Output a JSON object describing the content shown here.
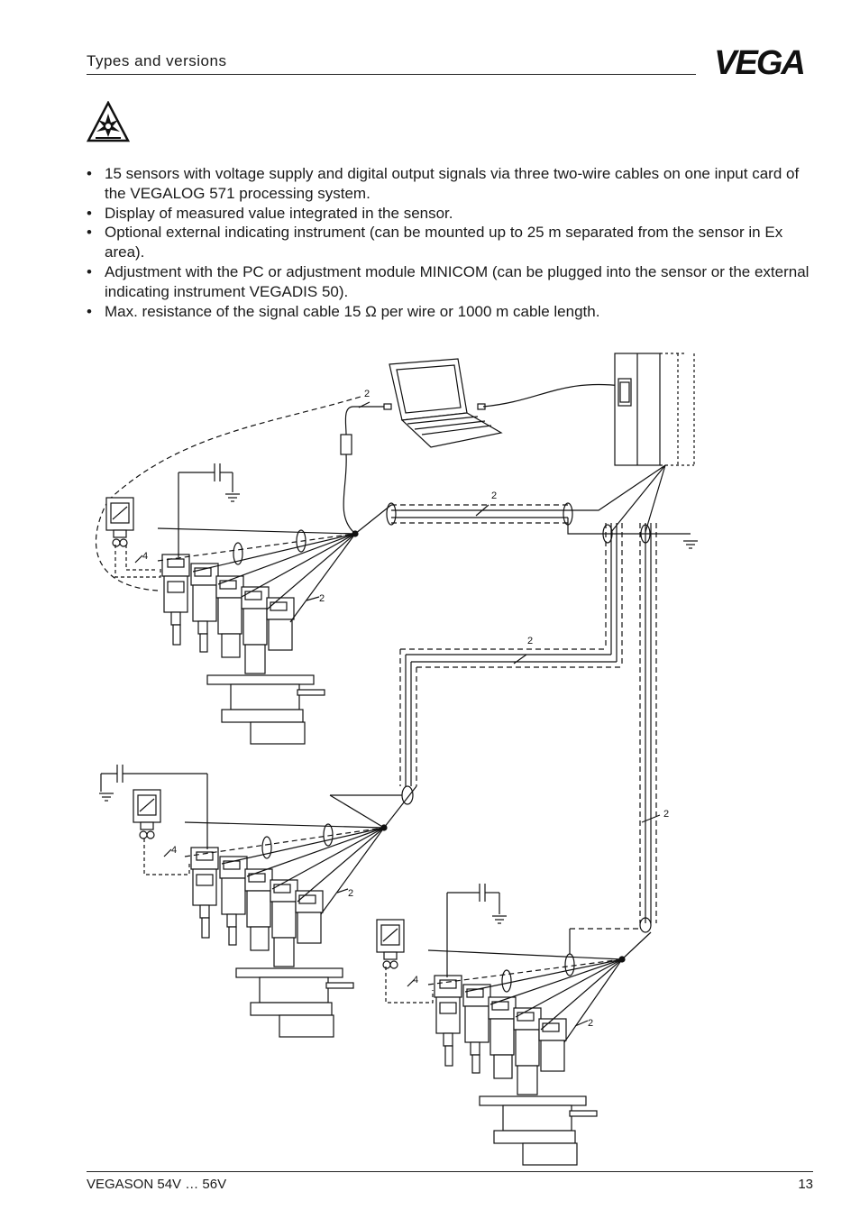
{
  "header": {
    "section_title": "Types and versions",
    "logo_text": "VEGA"
  },
  "icons": {
    "ex_warning": "explosion-hazard-icon",
    "logo": "vega-logo"
  },
  "bullets": [
    "15 sensors with voltage supply and digital output signals via three two-wire cables on one input card of the VEGALOG 571 processing system.",
    "Display of measured value integrated in the sensor.",
    "Optional external indicating instrument (can be mounted up to 25 m separated from the sensor in Ex area).",
    "Adjustment with the PC or adjustment module MINICOM (can be plugged into the sensor or the external indicating instrument VEGADIS 50).",
    "Max. resistance of the signal cable 15 Ω per wire or 1000 m cable length."
  ],
  "diagram": {
    "wire_labels": [
      "2",
      "2",
      "2",
      "2",
      "2",
      "2",
      "2",
      "2",
      "4",
      "4",
      "4"
    ]
  },
  "footer": {
    "product": "VEGASON 54V … 56V",
    "page_number": "13"
  }
}
